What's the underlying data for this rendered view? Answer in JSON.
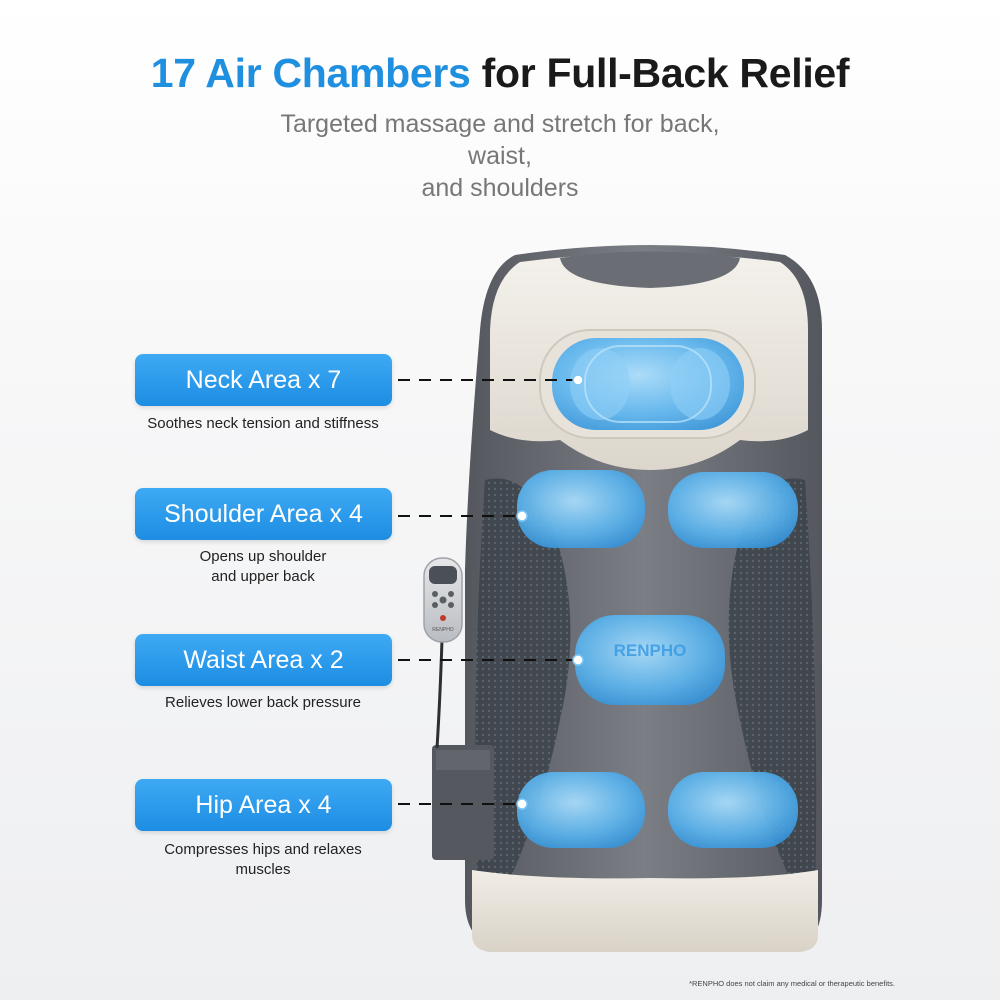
{
  "header": {
    "title_accent": "17 Air Chambers",
    "title_rest": "for Full-Back Relief",
    "subtitle_line1": "Targeted massage and stretch for back, waist,",
    "subtitle_line2": "and shoulders"
  },
  "areas": [
    {
      "label": "Neck Area x 7",
      "desc_line1": "Soothes neck tension and stiffness",
      "desc_line2": ""
    },
    {
      "label": "Shoulder Area x 4",
      "desc_line1": "Opens up shoulder",
      "desc_line2": "and upper back"
    },
    {
      "label": "Waist Area x 2",
      "desc_line1": "Relieves lower back pressure",
      "desc_line2": ""
    },
    {
      "label": "Hip Area x 4",
      "desc_line1": "Compresses hips and relaxes",
      "desc_line2": "muscles"
    }
  ],
  "product": {
    "brand_mark": "RENPHO",
    "remote_brand": "RENPHO"
  },
  "footer": {
    "disclaimer": "*RENPHO does not claim any medical or therapeutic benefits."
  },
  "colors": {
    "accent_blue": "#1f8fe0",
    "label_bg": "#2a9aee",
    "cushion_gray": "#6f7379",
    "cushion_cream": "#ebe6dd",
    "air_chamber": "#6cc1f4"
  }
}
